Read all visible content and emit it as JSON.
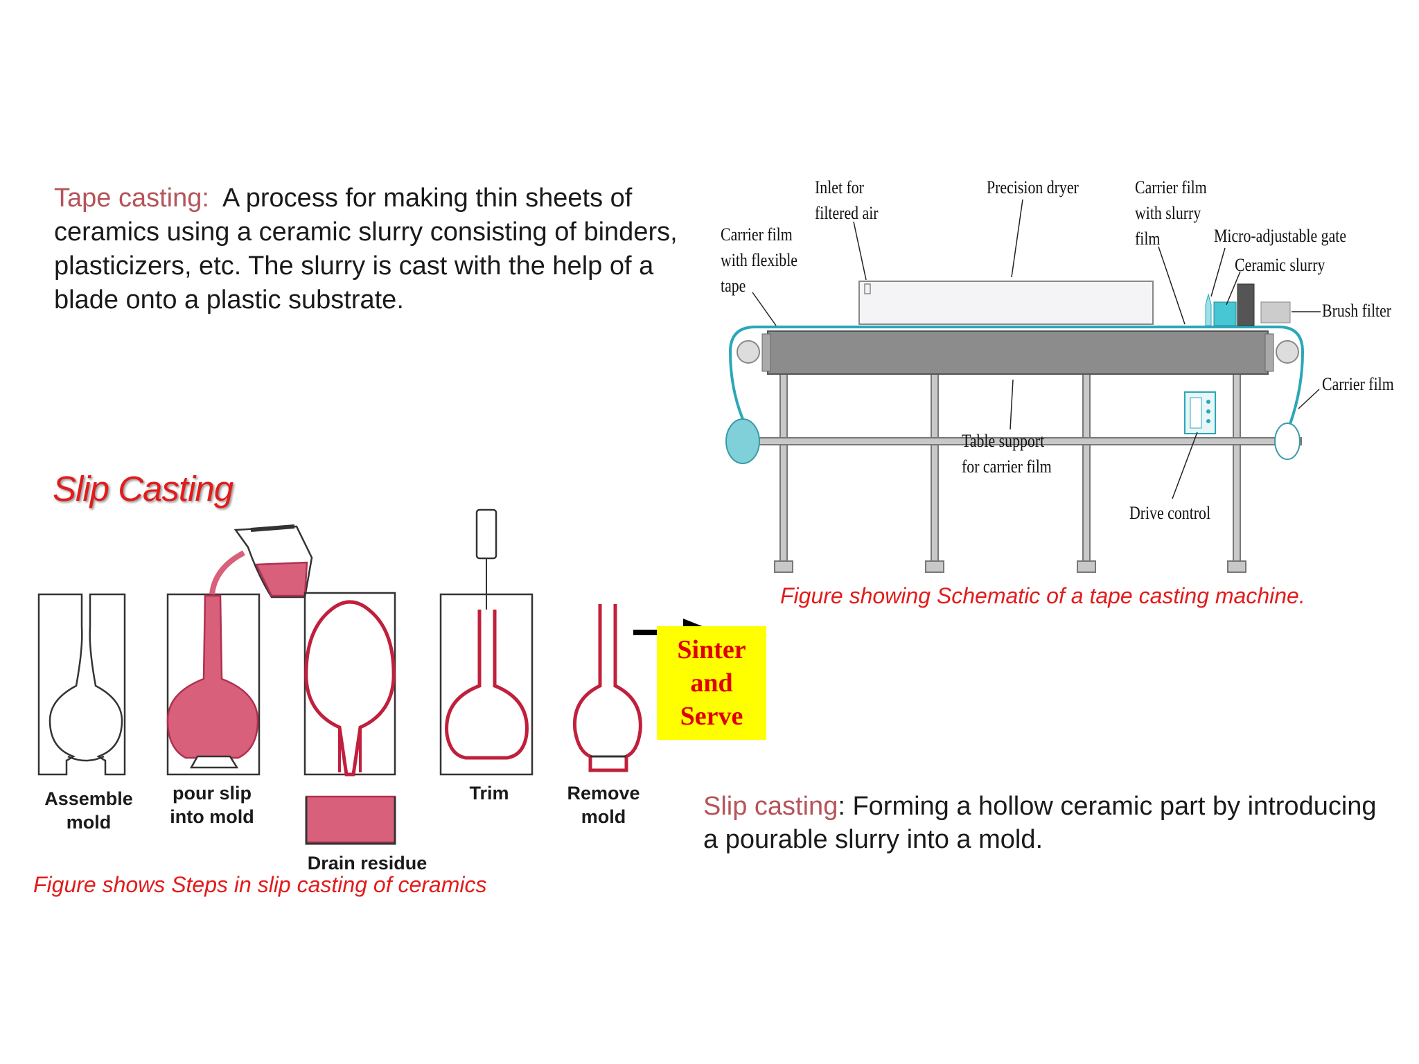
{
  "tape_casting": {
    "term": "Tape casting:",
    "body": "A process for making thin sheets of ceramics using a ceramic slurry consisting of binders, plasticizers, etc. The slurry is cast with the help of a blade onto a plastic substrate."
  },
  "slip_casting": {
    "title": "Slip Casting",
    "term": "Slip casting",
    "body": ": Forming a hollow ceramic part by introducing a pourable slurry into a mold."
  },
  "slip_figure": {
    "caption": "Figure  shows Steps in slip casting of ceramics",
    "steps": {
      "assemble_1": "Assemble",
      "assemble_2": "mold",
      "pour_1": "pour slip",
      "pour_2": "into mold",
      "drain": "Drain residue",
      "trim": "Trim",
      "remove_1": "Remove",
      "remove_2": "mold"
    },
    "sinter_1": "Sinter",
    "sinter_2": "and",
    "sinter_3": "Serve"
  },
  "tape_figure": {
    "caption": "Figure  showing Schematic of a tape casting machine.",
    "labels": {
      "inlet_1": "Inlet for",
      "inlet_2": "filtered air",
      "dryer": "Precision dryer",
      "carrier_slurry_1": "Carrier film",
      "carrier_slurry_2": "with slurry",
      "carrier_slurry_3": "film",
      "carrier_flex_1": "Carrier film",
      "carrier_flex_2": "with flexible",
      "carrier_flex_3": "tape",
      "gate": "Micro-adjustable gate",
      "slurry": "Ceramic slurry",
      "brush": "Brush filter",
      "carrier": "Carrier film",
      "table_1": "Table support",
      "table_2": "for carrier film",
      "drive": "Drive control"
    }
  },
  "colors": {
    "term": "#b5545a",
    "caption": "#e31b1b",
    "slip": "#d9607a",
    "slip_dark": "#c0203c",
    "box": "#ffff00",
    "box_text": "#e00000",
    "teal": "#2aa7b8",
    "table": "#8c8c8c"
  }
}
